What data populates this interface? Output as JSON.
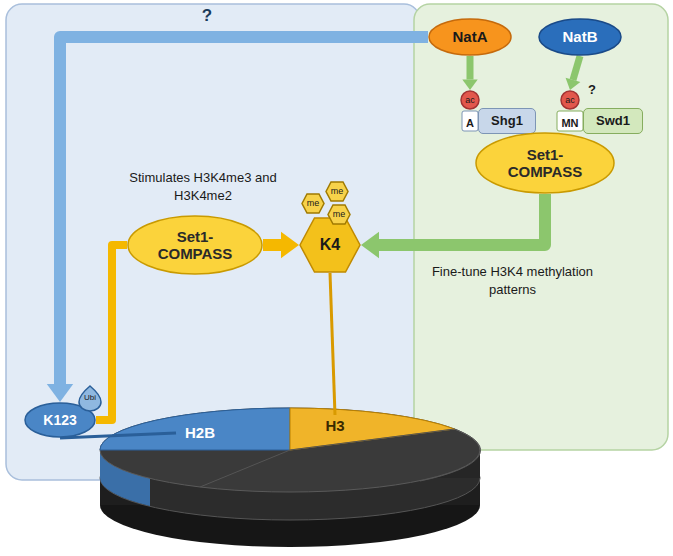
{
  "diagram": {
    "nodes": [
      {
        "text": [
          "NatA"
        ]
      },
      {
        "text": [
          "NatB"
        ]
      },
      {
        "text": [
          "ac"
        ]
      },
      {
        "text": [
          "ac"
        ]
      },
      {
        "text": [
          "Shg1"
        ]
      },
      {
        "text": [
          "Swd1"
        ]
      },
      {
        "text": [
          "Set1-COMPASS"
        ]
      },
      {
        "text": [
          "Set1-COMPASS"
        ]
      },
      {
        "text": [
          "K4"
        ]
      },
      {
        "text": [
          "me"
        ]
      },
      {
        "text": [
          "me"
        ]
      },
      {
        "text": [
          "me"
        ]
      },
      {
        "text": [
          "K123"
        ]
      },
      {
        "text": [
          "Ubi"
        ]
      },
      {
        "text": [
          "H2B"
        ]
      },
      {
        "text": [
          "H3"
        ]
      }
    ],
    "edges": [
      {
        "from": 0,
        "to": 12,
        "arrow": "to",
        "label": "?"
      },
      {
        "from": 0,
        "to": 2,
        "arrow": "to"
      },
      {
        "from": 1,
        "to": 3,
        "arrow": "to"
      },
      {
        "from": 6,
        "to": 8,
        "arrow": "to",
        "label": "Fine-tune H3K4 methylation patterns"
      },
      {
        "from": 7,
        "to": 8,
        "arrow": "to",
        "label": "Stimulates H3K4me3 and H3K4me2"
      },
      {
        "from": 12,
        "to": 7,
        "arrow": "none"
      },
      {
        "from": 12,
        "to": 14,
        "arrow": "none"
      },
      {
        "from": 15,
        "to": 8,
        "arrow": "none"
      }
    ],
    "labels": [
      "A",
      "MN",
      "?"
    ]
  }
}
